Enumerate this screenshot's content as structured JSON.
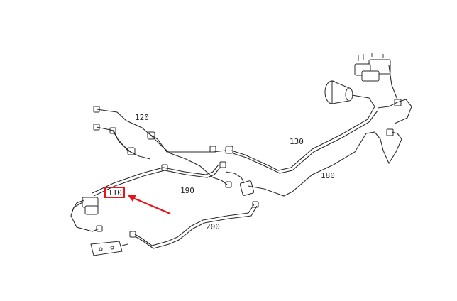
{
  "labels": {
    "l110": "110",
    "l120": "120",
    "l130": "130",
    "l180": "180",
    "l190": "190",
    "l200": "200"
  },
  "highlight": {
    "target_label": "110",
    "color": "#e8141b"
  },
  "colors": {
    "line": "#2a2a2a",
    "background": "#ffffff"
  }
}
